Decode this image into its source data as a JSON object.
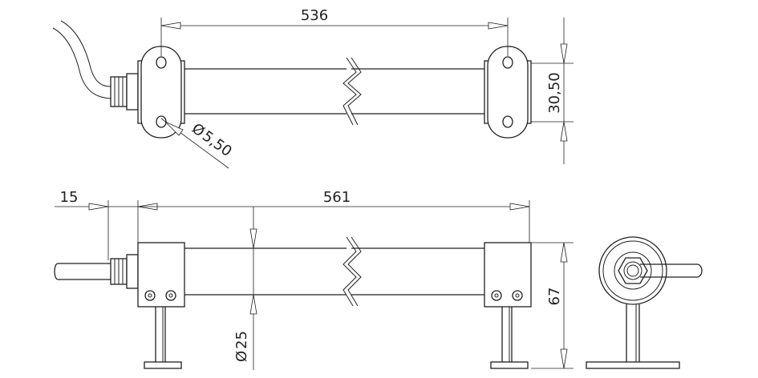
{
  "dimensions": {
    "mount_hole_spacing": "536",
    "bracket_height": "30,50",
    "hole_diameter": "5,50",
    "gland_length": "15",
    "body_length": "561",
    "tube_diameter": "25",
    "overall_height": "67"
  },
  "symbols": {
    "diameter": "Ø"
  }
}
